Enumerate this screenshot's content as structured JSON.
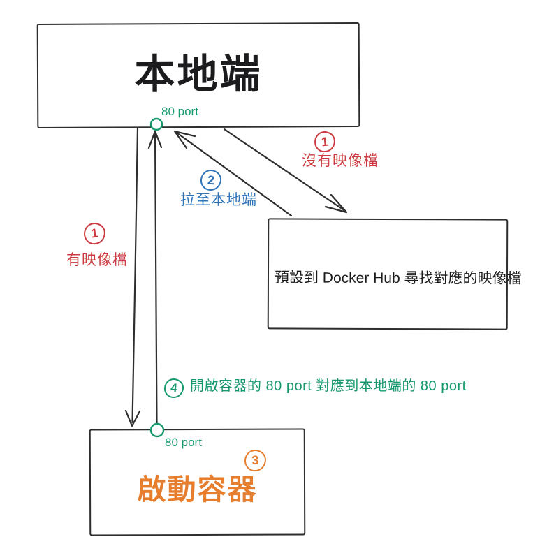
{
  "diagram": {
    "local_box": {
      "title": "本地端",
      "port_label": "80 port"
    },
    "docker_hub_box": {
      "text": "預設到 Docker Hub 尋找對應的映像檔"
    },
    "container_box": {
      "title": "啟動容器",
      "port_label": "80 port",
      "step_badge": "3"
    },
    "annotations": {
      "no_image": {
        "badge": "1",
        "label": "沒有映像檔"
      },
      "pull_to_local": {
        "badge": "2",
        "label": "拉至本地端"
      },
      "has_image": {
        "badge": "1",
        "label": "有映像檔"
      },
      "port_mapping": {
        "badge": "4",
        "label": "開啟容器的 80 port 對應到本地端的 80 port"
      }
    },
    "colors": {
      "ink": "#2e2e2e",
      "red": "#cb3a40",
      "blue": "#2f74b9",
      "green": "#18986f",
      "orange": "#e67e2e",
      "background": "#ffffff"
    }
  }
}
